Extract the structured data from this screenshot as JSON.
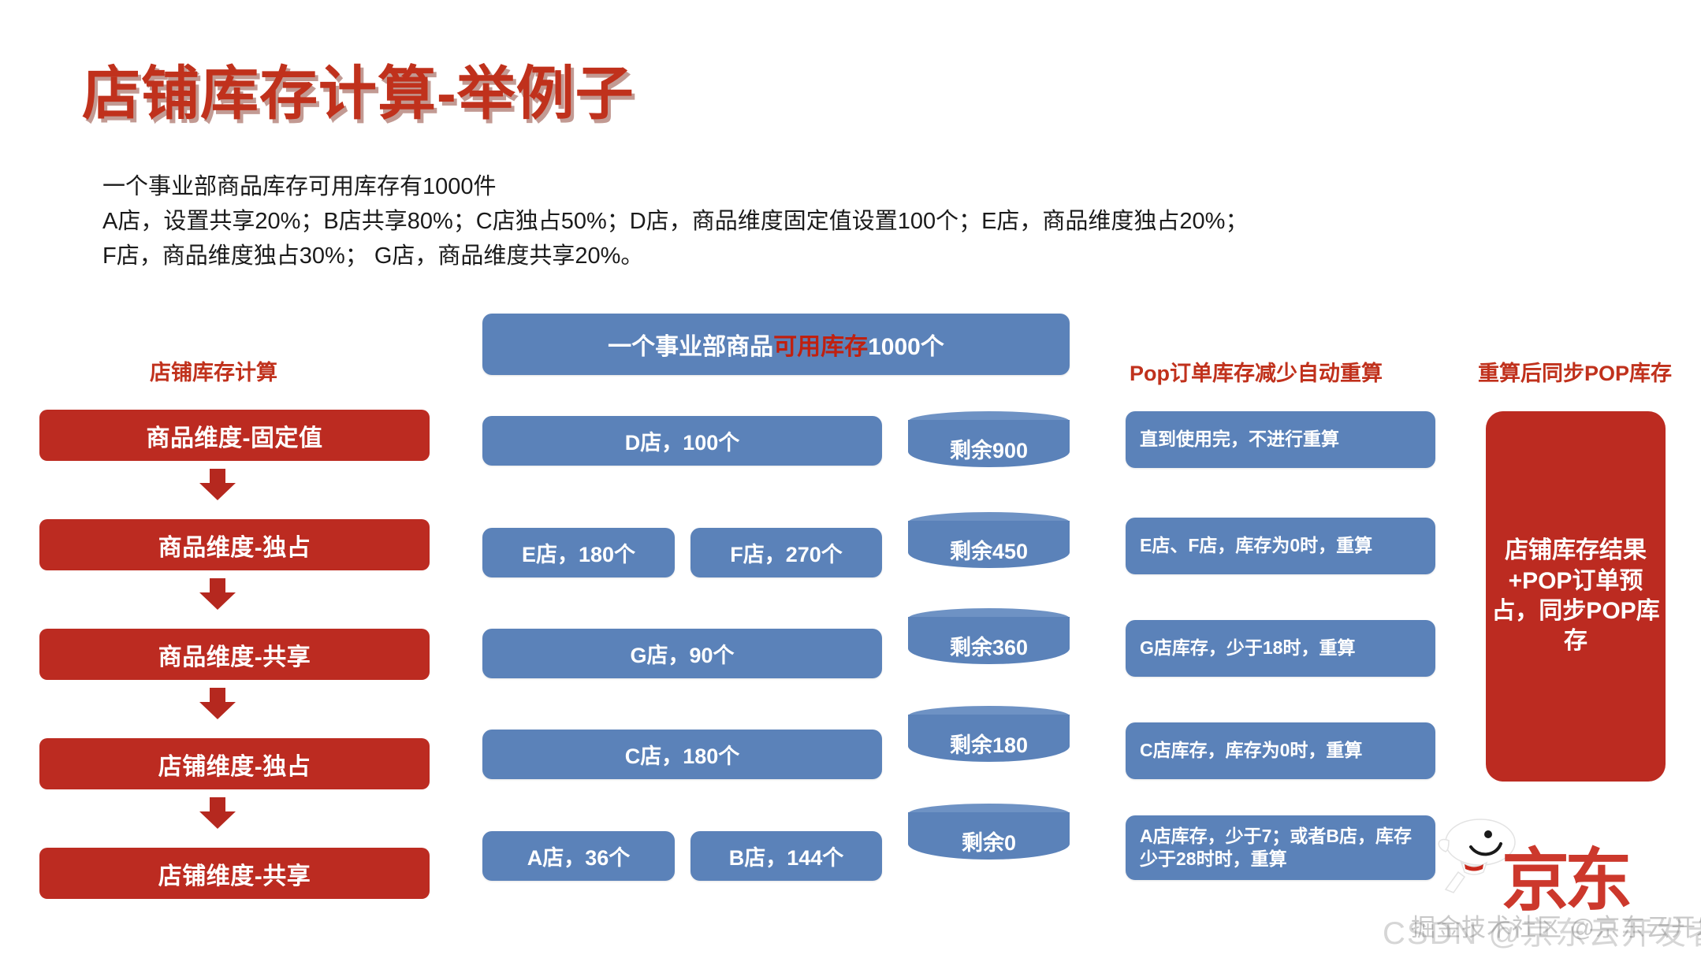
{
  "slide": {
    "title": "店铺库存计算-举例子",
    "intro_lines": [
      "一个事业部商品库存可用库存有1000件",
      "A店，设置共享20%；B店共享80%；C店独占50%；D店，商品维度固定值设置100个；E店，商品维度独占20%；",
      "F店，商品维度独占30%； G店，商品维度共享20%。"
    ]
  },
  "headings": {
    "left": "店铺库存计算",
    "pop": "Pop订单库存减少自动重算",
    "sync": "重算后同步POP库存"
  },
  "banner": {
    "prefix": "一个事业部商品",
    "highlight": "可用库存",
    "suffix": "1000个"
  },
  "flow_steps": [
    {
      "label": "商品维度-固定值"
    },
    {
      "label": "商品维度-独占"
    },
    {
      "label": "商品维度-共享"
    },
    {
      "label": "店铺维度-独占"
    },
    {
      "label": "店铺维度-共享"
    }
  ],
  "allocations": [
    {
      "row": 0,
      "boxes": [
        {
          "label": "D店，100个"
        }
      ]
    },
    {
      "row": 1,
      "boxes": [
        {
          "label": "E店，180个"
        },
        {
          "label": "F店，270个"
        }
      ]
    },
    {
      "row": 2,
      "boxes": [
        {
          "label": "G店，90个"
        }
      ]
    },
    {
      "row": 3,
      "boxes": [
        {
          "label": "C店，180个"
        }
      ]
    },
    {
      "row": 4,
      "boxes": [
        {
          "label": "A店，36个"
        },
        {
          "label": "B店，144个"
        }
      ]
    }
  ],
  "remaining": [
    {
      "label": "剩余900",
      "value": 900
    },
    {
      "label": "剩余450",
      "value": 450
    },
    {
      "label": "剩余360",
      "value": 360
    },
    {
      "label": "剩余180",
      "value": 180
    },
    {
      "label": "剩余0",
      "value": 0
    }
  ],
  "recalc_rules": [
    {
      "label": "直到使用完，不进行重算"
    },
    {
      "label": "E店、F店，库存为0时，重算"
    },
    {
      "label": "G店库存，少于18时，重算"
    },
    {
      "label": "C店库存，库存为0时，重算"
    },
    {
      "label": "A店库存，少于7；或者B店，库存少于28时时，重算"
    }
  ],
  "result": {
    "label": "店铺库存结果+POP订单预占，同步POP库存"
  },
  "branding": {
    "jd_logo": "京东",
    "watermark_csdn": "CSDN @京东云开发者",
    "watermark_juejin": "掘金技术社区 @京东云开发者"
  },
  "colors": {
    "red": "#bc2b21",
    "title_red": "#c0311c",
    "blue": "#5b82b9",
    "cylinder_top": "#6e92c4",
    "highlight_red": "#c0200f",
    "background": "#ffffff"
  }
}
